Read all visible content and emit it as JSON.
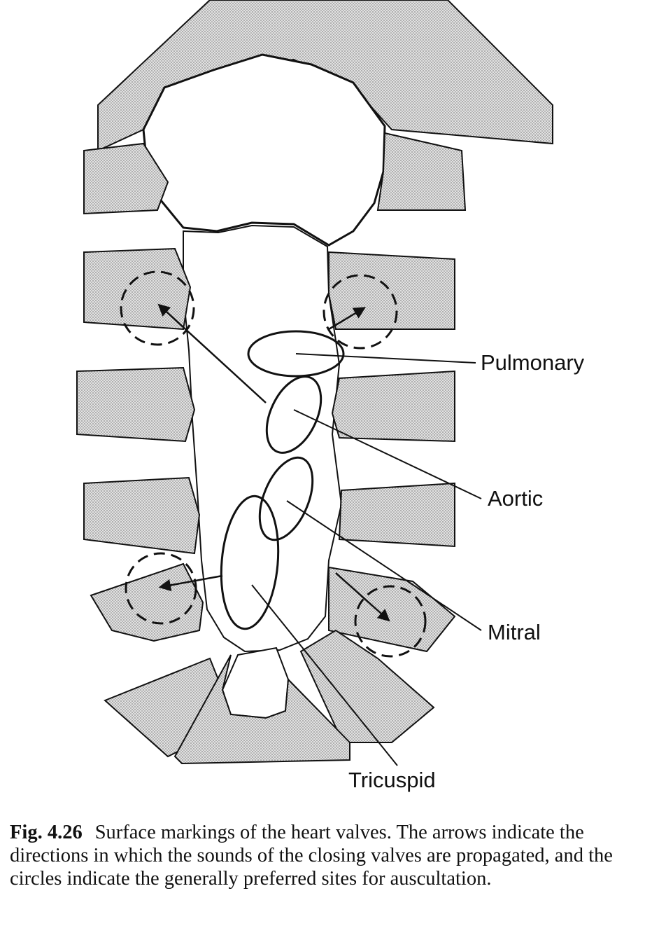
{
  "labels": {
    "pulmonary": "Pulmonary",
    "aortic": "Aortic",
    "mitral": "Mitral",
    "tricuspid": "Tricuspid"
  },
  "caption": {
    "fig_number": "Fig. 4.26",
    "text": "Surface markings of the heart valves. The arrows indicate the directions in which the sounds of the closing valves are propagated, and the circles indicate the generally preferred sites for auscultation."
  },
  "colors": {
    "ink": "#111111",
    "rib_shading": "#c9c9c9",
    "paper": "#ffffff"
  }
}
